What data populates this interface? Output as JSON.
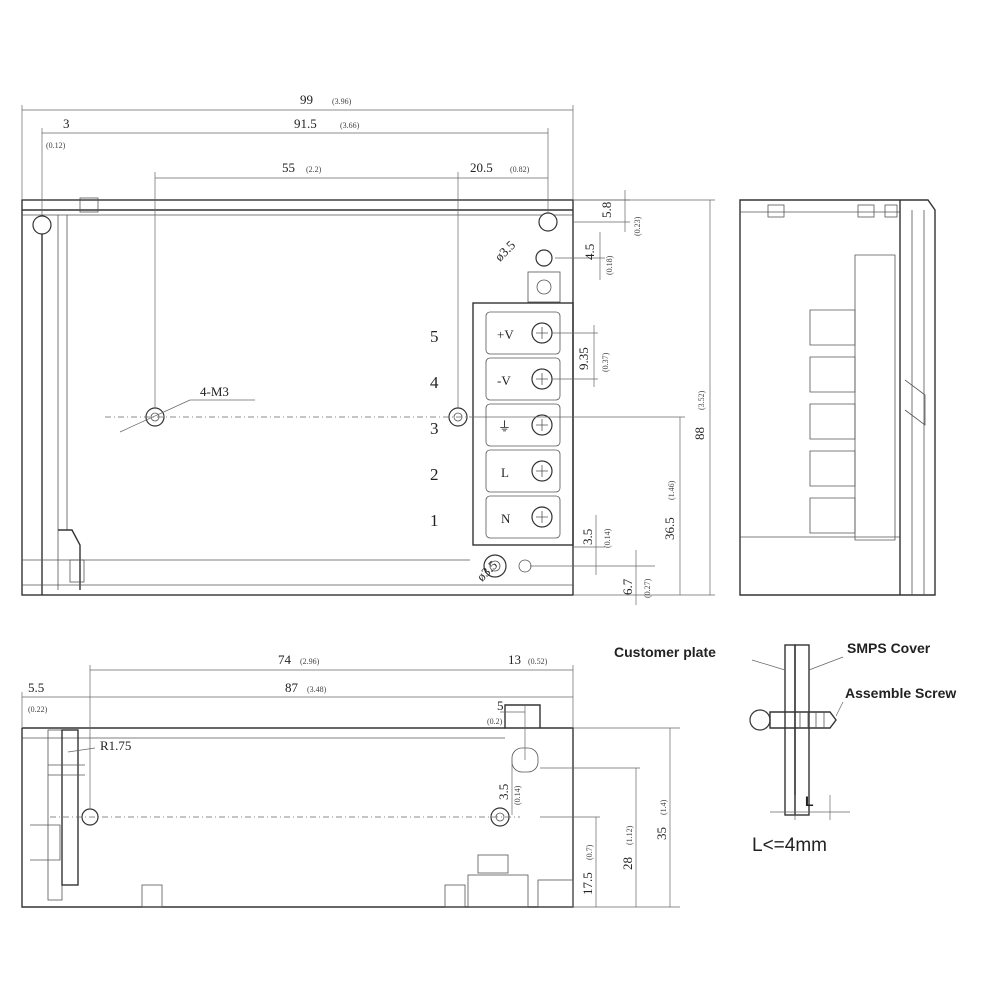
{
  "top_view": {
    "dim_overall_width": "99",
    "dim_overall_width_in": "(3.96)",
    "dim_left_offset": "3",
    "dim_left_offset_in": "(0.12)",
    "dim_hole_span": "91.5",
    "dim_hole_span_in": "(3.66)",
    "dim_mount_span": "55",
    "dim_mount_span_in": "(2.2)",
    "dim_right_offset": "20.5",
    "dim_right_offset_in": "(0.82)",
    "dim_top_gap": "5.8",
    "dim_top_gap_in": "(0.23)",
    "dim_screw_gap": "4.5",
    "dim_screw_gap_in": "(0.18)",
    "hole_dia_top": "ø3.5",
    "hole_dia_bottom": "ø3.5",
    "mount_label": "4-M3",
    "dim_terminal_pitch": "9.35",
    "dim_terminal_pitch_in": "(0.37)",
    "dim_overall_height": "88",
    "dim_overall_height_in": "(3.52)",
    "dim_mount_height": "36.5",
    "dim_mount_height_in": "(1.46)",
    "dim_bottom_gap": "3.5",
    "dim_bottom_gap_in": "(0.14)",
    "dim_bottom_edge": "6.7",
    "dim_bottom_edge_in": "(0.27)",
    "terminals": [
      {
        "number": "5",
        "label": "+V"
      },
      {
        "number": "4",
        "label": "-V"
      },
      {
        "number": "3",
        "label": "⏚"
      },
      {
        "number": "2",
        "label": "L"
      },
      {
        "number": "1",
        "label": "N"
      }
    ]
  },
  "front_view": {
    "dim_left_offset": "5.5",
    "dim_left_offset_in": "(0.22)",
    "dim_mount_span": "74",
    "dim_mount_span_in": "(2.96)",
    "dim_right_offset": "13",
    "dim_right_offset_in": "(0.52)",
    "dim_total_span": "87",
    "dim_total_span_in": "(3.48)",
    "dim_small": "5",
    "dim_small_in": "(0.2)",
    "radius_label": "R1.75",
    "dim_slot": "3.5",
    "dim_slot_in": "(0.14)",
    "dim_height_low": "17.5",
    "dim_height_low_in": "(0.7)",
    "dim_height_mid": "28",
    "dim_height_mid_in": "(1.12)",
    "dim_height_total": "35",
    "dim_height_total_in": "(1.4)"
  },
  "detail": {
    "customer_plate": "Customer plate",
    "smps_cover": "SMPS Cover",
    "assemble_screw": "Assemble Screw",
    "length_symbol": "L",
    "length_rule": "L<=4mm"
  }
}
